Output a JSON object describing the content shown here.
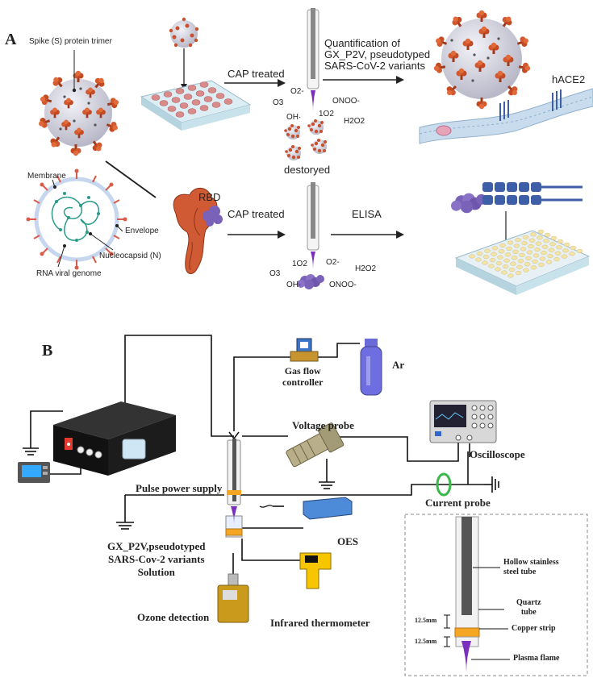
{
  "panel_a": {
    "label": "A",
    "spike_label": "Spike (S) protein trimer",
    "cap_treated_top": "CAP treated",
    "quantification": [
      "Quantification of",
      "GX_P2V,  pseudotyped",
      "SARS-CoV-2 variants"
    ],
    "hace2": "hACE2",
    "species_top": {
      "o2m": "O2-",
      "o3": "O3",
      "oh": "OH·",
      "one_o2": "1O2",
      "onoo": "ONOO-",
      "h2o2": "H2O2"
    },
    "destroyed": "destoryed",
    "membrane": "Membrane",
    "envelope": "Envelope",
    "nucleocapsid": "Nucleocapsid (N)",
    "rna": "RNA viral genome",
    "rbd": "RBD",
    "cap_treated_bottom": "CAP treated",
    "elisa": "ELISA",
    "species_bottom": {
      "one_o2": "1O2",
      "o2m": "O2-",
      "h2o2": "H2O2",
      "o3": "O3",
      "oh": "OH·",
      "onoo": "ONOO-"
    }
  },
  "panel_b": {
    "label": "B",
    "gas_flow": [
      "Gas flow",
      "controller"
    ],
    "ar": "Ar",
    "voltage_probe": "Voltage probe",
    "oscilloscope": "Oscilloscope",
    "pulse_power": "Pulse power supply",
    "current_probe": "Current probe",
    "oes": "OES",
    "solution": [
      "GX_P2V,pseudotyped",
      "SARS-Cov-2 variants",
      "Solution"
    ],
    "ozone": "Ozone detection",
    "thermometer": "Infrared thermometer",
    "inset": {
      "hollow": [
        "Hollow stainless",
        "steel tube"
      ],
      "quartz": [
        "Quartz",
        "tube"
      ],
      "copper": "Copper strip",
      "plasma": "Plasma flame",
      "dim1": "12.5mm",
      "dim2": "12.5mm"
    }
  },
  "colors": {
    "virus_red": "#c8502d",
    "virus_body": "#d9d9e6",
    "plasma": "#7b2fbf",
    "copper": "#f5a623",
    "rbd_purple": "#7a62b8",
    "wire": "#111111",
    "membrane_blue": "#c8dced",
    "tube_blue": "#3f5ea8"
  }
}
